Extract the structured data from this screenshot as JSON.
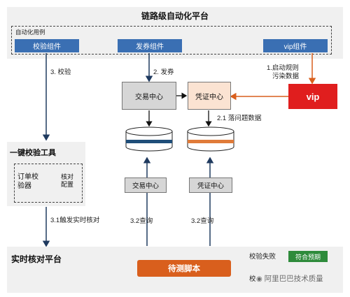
{
  "top": {
    "title": "链路级自动化平台",
    "usecase_label": "自动化用例",
    "components": [
      "校验组件",
      "发券组件",
      "vip组件"
    ]
  },
  "steps": {
    "s3": "3. 校验",
    "s2": "2. 发券",
    "s1_line1": "1.启动规则",
    "s1_line2": "污染数据",
    "s21": "2.1 落问题数据",
    "s31": "3.1触发实时核对",
    "s32a": "3.2查询",
    "s32b": "3.2查询"
  },
  "nodes": {
    "trade_center": "交易中心",
    "voucher_center": "凭证中心",
    "vip": "vip",
    "trade_center_db": "交易中心",
    "voucher_center_db": "凭证中心"
  },
  "tool": {
    "title": "一键校验工具",
    "order_line1": "订单校",
    "order_line2": "验器",
    "doc_line1": "核对",
    "doc_line2": "配置"
  },
  "realtime": {
    "title": "实时核对平台",
    "script": "待测脚本",
    "fail_label": "校验失败",
    "expect_label": "符合预期",
    "partial_label": "校",
    "watermark": "阿里巴巴技术质量"
  },
  "colors": {
    "blue_button": "#3a6fb3",
    "red_vip": "#e01e1e",
    "orange_script": "#d95f1d",
    "green_expect": "#2e8b3b",
    "db_blue_band": "#1f4e79",
    "db_orange_band": "#e07b39"
  }
}
